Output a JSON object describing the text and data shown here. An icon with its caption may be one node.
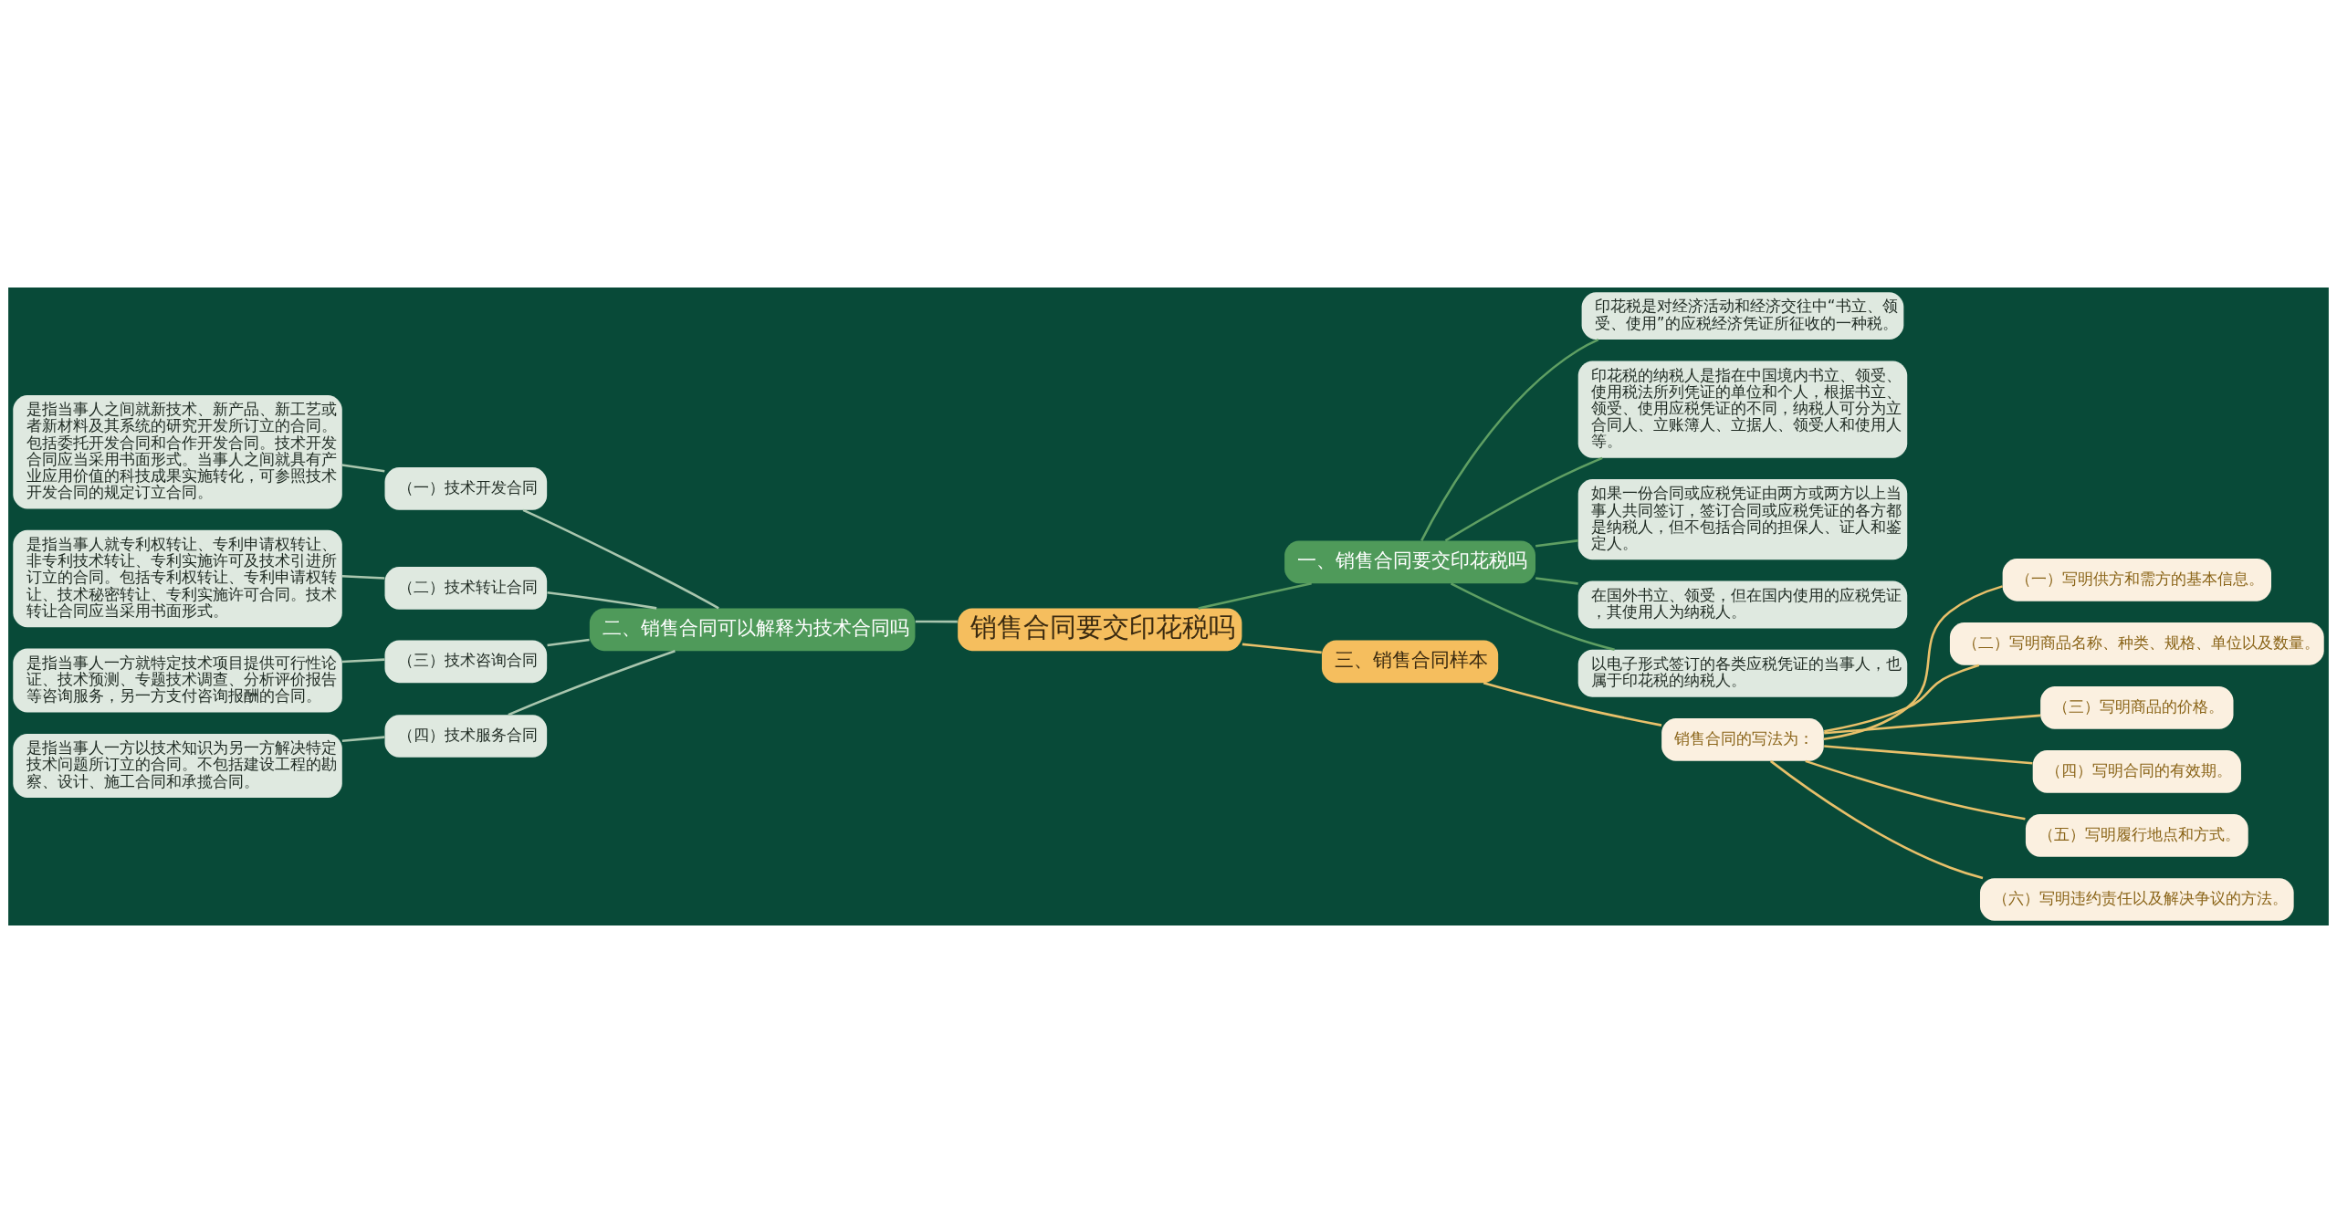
{
  "diagram": {
    "nodes": [
      {
        "text": [
          "销售合同要交印花税吗"
        ]
      },
      {
        "text": [
          "一、销售合同要交印花税吗"
        ]
      },
      {
        "text": [
          "印花税是对经济活动和经济交往中“书立、领受、使用”的应税经济凭证所征收的一种税。"
        ]
      },
      {
        "text": [
          "印花税的纳税人是指在中国境内书立、领受、使用税法所列凭证的单位和个人，根据书立、领受、使用应税凭证的不同，纳税人可分为立合同人、立账簿人、立据人、领受人和使用人等。"
        ]
      },
      {
        "text": [
          "如果一份合同或应税凭证由两方或两方以上当事人共同签订，签订合同或应税凭证的各方都是纳税人，但不包括合同的担保人、证人和鉴定人。"
        ]
      },
      {
        "text": [
          "在国外书立、领受，但在国内使用的应税凭证，其使用人为纳税人。"
        ]
      },
      {
        "text": [
          "以电子形式签订的各类应税凭证的当事人，也属于印花税的纳税人。"
        ]
      },
      {
        "text": [
          "二、销售合同可以解释为技术合同吗"
        ]
      },
      {
        "text": [
          "（一）技术开发合同"
        ]
      },
      {
        "text": [
          "是指当事人之间就新技术、新产品、新工艺或者新材料及其系统的研究开发所订立的合同。包括委托开发合同和合作开发合同。技术开发合同应当采用书面形式。当事人之间就具有产业应用价值的科技成果实施转化，可参照技术开发合同的规定订立合同。"
        ]
      },
      {
        "text": [
          "（二）技术转让合同"
        ]
      },
      {
        "text": [
          "是指当事人就专利权转让、专利申请权转让、非专利技术转让、专利实施许可及技术引进所订立的合同。包括专利权转让、专利申请权转让、技术秘密转让、专利实施许可合同。技术转让合同应当采用书面形式。"
        ]
      },
      {
        "text": [
          "（三）技术咨询合同"
        ]
      },
      {
        "text": [
          "是指当事人一方就特定技术项目提供可行性论证、技术预测、专题技术调查、分析评价报告等咨询服务，另一方支付咨询报酬的合同。"
        ]
      },
      {
        "text": [
          "（四）技术服务合同"
        ]
      },
      {
        "text": [
          "是指当事人一方以技术知识为另一方解决特定技术问题所订立的合同。不包括建设工程的勘察、设计、施工合同和承揽合同。"
        ]
      },
      {
        "text": [
          "三、销售合同样本"
        ]
      },
      {
        "text": [
          "销售合同的写法为："
        ]
      },
      {
        "text": [
          "（一）写明供方和需方的基本信息。"
        ]
      },
      {
        "text": [
          "（二）写明商品名称、种类、规格、单位以及数量。"
        ]
      },
      {
        "text": [
          "（三）写明商品的价格。"
        ]
      },
      {
        "text": [
          "（四）写明合同的有效期。"
        ]
      },
      {
        "text": [
          "（五）写明履行地点和方式。"
        ]
      },
      {
        "text": [
          "（六）写明违约责任以及解决争议的方法。"
        ]
      }
    ],
    "edges": [
      {
        "from": 0,
        "to": 1,
        "arrow": "none",
        "color": "#5f9f63"
      },
      {
        "from": 1,
        "to": 2,
        "arrow": "none",
        "color": "#5f9f63"
      },
      {
        "from": 1,
        "to": 3,
        "arrow": "none",
        "color": "#5f9f63"
      },
      {
        "from": 1,
        "to": 4,
        "arrow": "none",
        "color": "#5f9f63"
      },
      {
        "from": 1,
        "to": 5,
        "arrow": "none",
        "color": "#5f9f63"
      },
      {
        "from": 1,
        "to": 6,
        "arrow": "none",
        "color": "#5f9f63"
      },
      {
        "from": 0,
        "to": 7,
        "arrow": "none"
      },
      {
        "from": 7,
        "to": 8,
        "arrow": "none"
      },
      {
        "from": 8,
        "to": 9,
        "arrow": "none"
      },
      {
        "from": 7,
        "to": 10,
        "arrow": "none"
      },
      {
        "from": 10,
        "to": 11,
        "arrow": "none"
      },
      {
        "from": 7,
        "to": 12,
        "arrow": "none"
      },
      {
        "from": 12,
        "to": 13,
        "arrow": "none"
      },
      {
        "from": 7,
        "to": 14,
        "arrow": "none"
      },
      {
        "from": 14,
        "to": 15,
        "arrow": "none"
      },
      {
        "from": 0,
        "to": 16,
        "arrow": "none",
        "color": "#e8c06a"
      },
      {
        "from": 16,
        "to": 17,
        "arrow": "none",
        "color": "#e8c06a"
      },
      {
        "from": 17,
        "to": 18,
        "arrow": "none",
        "color": "#e8c06a"
      },
      {
        "from": 17,
        "to": 19,
        "arrow": "none",
        "color": "#e8c06a"
      },
      {
        "from": 17,
        "to": 20,
        "arrow": "none",
        "color": "#e8c06a"
      },
      {
        "from": 17,
        "to": 21,
        "arrow": "none",
        "color": "#e8c06a"
      },
      {
        "from": 17,
        "to": 22,
        "arrow": "none",
        "color": "#e8c06a"
      },
      {
        "from": 17,
        "to": 23,
        "arrow": "none",
        "color": "#e8c06a"
      }
    ]
  }
}
